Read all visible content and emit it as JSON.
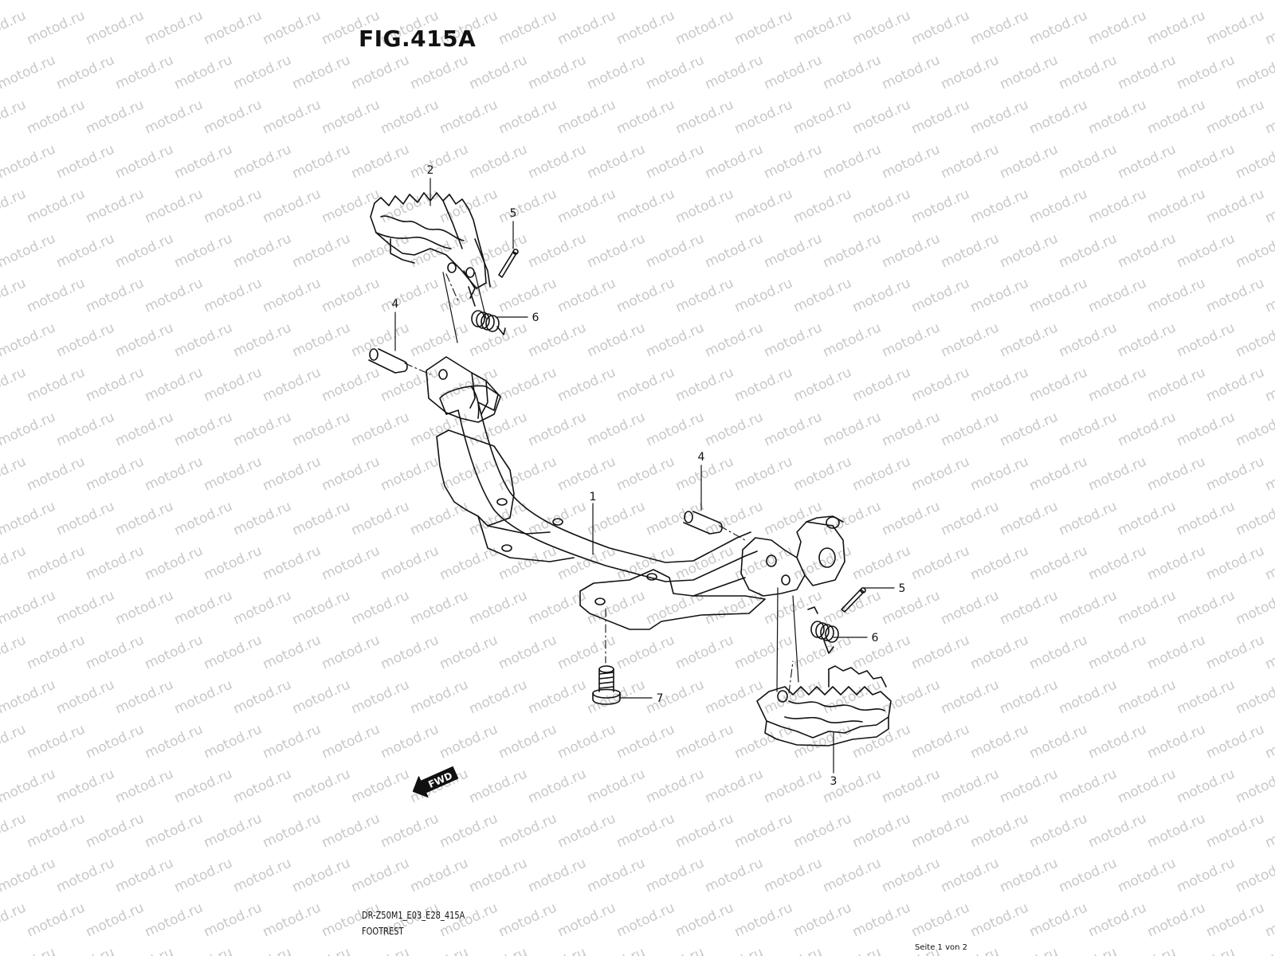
{
  "figure": {
    "title": "FIG.415A"
  },
  "caption": {
    "code": "DR-Z50M1_E03_E28_415A",
    "name": "FOOTREST"
  },
  "page": {
    "indicator": "Seite 1 von 2"
  },
  "watermark": {
    "text": "motod.ru",
    "color": "#c8c8c8"
  },
  "fwd_arrow": {
    "label": "FWD"
  },
  "callouts": [
    {
      "id": "1",
      "label": "1"
    },
    {
      "id": "2",
      "label": "2"
    },
    {
      "id": "3",
      "label": "3"
    },
    {
      "id": "4a",
      "label": "4"
    },
    {
      "id": "4b",
      "label": "4"
    },
    {
      "id": "5a",
      "label": "5"
    },
    {
      "id": "5b",
      "label": "5"
    },
    {
      "id": "6a",
      "label": "6"
    },
    {
      "id": "6b",
      "label": "6"
    },
    {
      "id": "7",
      "label": "7"
    }
  ]
}
